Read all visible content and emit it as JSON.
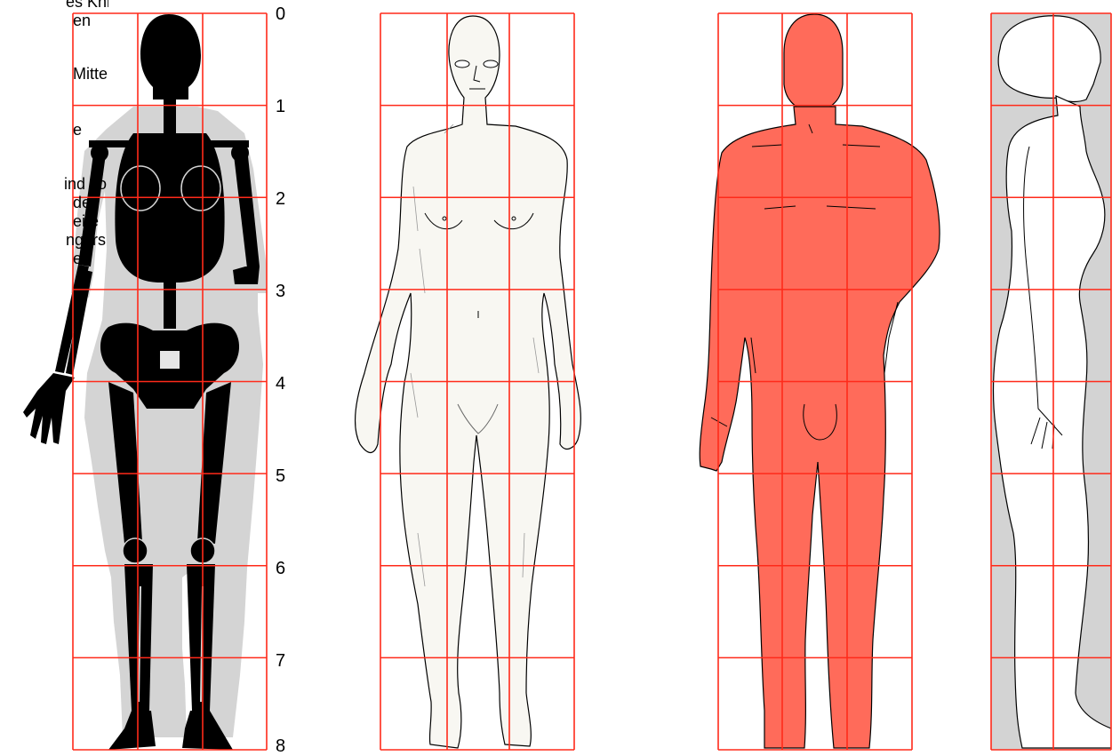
{
  "caption_fragments": [
    "es Knies",
    "en",
    "Mitte",
    "e",
    "ind so",
    "der",
    "eite",
    "ngers",
    "en"
  ],
  "scale_labels": [
    "0",
    "1",
    "2",
    "3",
    "4",
    "5",
    "6",
    "7",
    "8"
  ],
  "colors": {
    "grid": "#ff2a1a",
    "skeleton": "#000000",
    "skeleton_outline": "#d4d4d4",
    "female_fill": "#f8f7f2",
    "male_fill": "#ff6b5a",
    "profile_background": "#d3d3d3",
    "profile_fill": "#ffffff",
    "line": "#000000"
  },
  "figures": [
    {
      "name": "skeleton-front",
      "kind": "skeleton"
    },
    {
      "name": "female-front",
      "kind": "outline-figure"
    },
    {
      "name": "male-front",
      "kind": "filled-figure"
    },
    {
      "name": "female-profile",
      "kind": "profile-figure"
    }
  ]
}
